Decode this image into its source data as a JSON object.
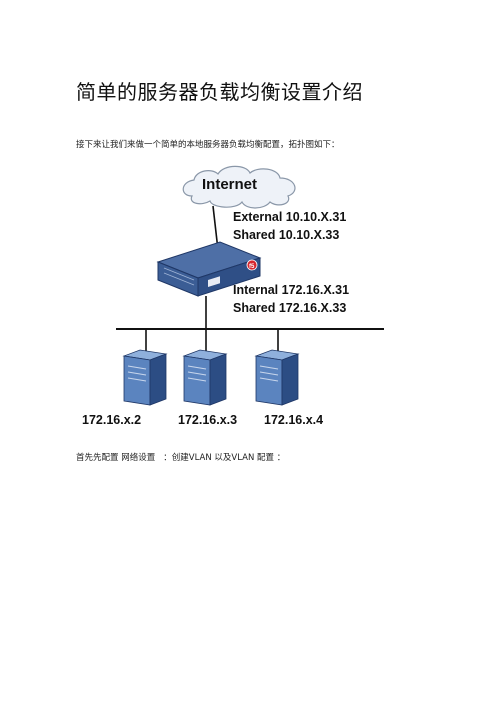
{
  "doc": {
    "title": "简单的服务器负载均衡设置介绍",
    "intro": "接下来让我们来做一个简单的本地服务器负载均衡配置，拓扑图如下：",
    "footer": "首先先配置 网络设置   ：创建VLAN 以及VLAN 配置 ："
  },
  "diagram": {
    "cloud_label": "Internet",
    "external_line1": "External  10.10.X.31",
    "external_line2": "Shared 10.10.X.33",
    "internal_line1": "Internal  172.16.X.31",
    "internal_line2": "Shared 172.16.X.33",
    "servers": [
      {
        "ip": "172.16.x.2"
      },
      {
        "ip": "172.16.x.3"
      },
      {
        "ip": "172.16.x.4"
      }
    ],
    "colors": {
      "cloud_fill": "#eef2f8",
      "device_top": "#4e6fa6",
      "device_front": "#2f4f86",
      "server_body": "#5b84bf",
      "server_dark": "#2c4d84",
      "f5_red": "#d6262e"
    }
  }
}
